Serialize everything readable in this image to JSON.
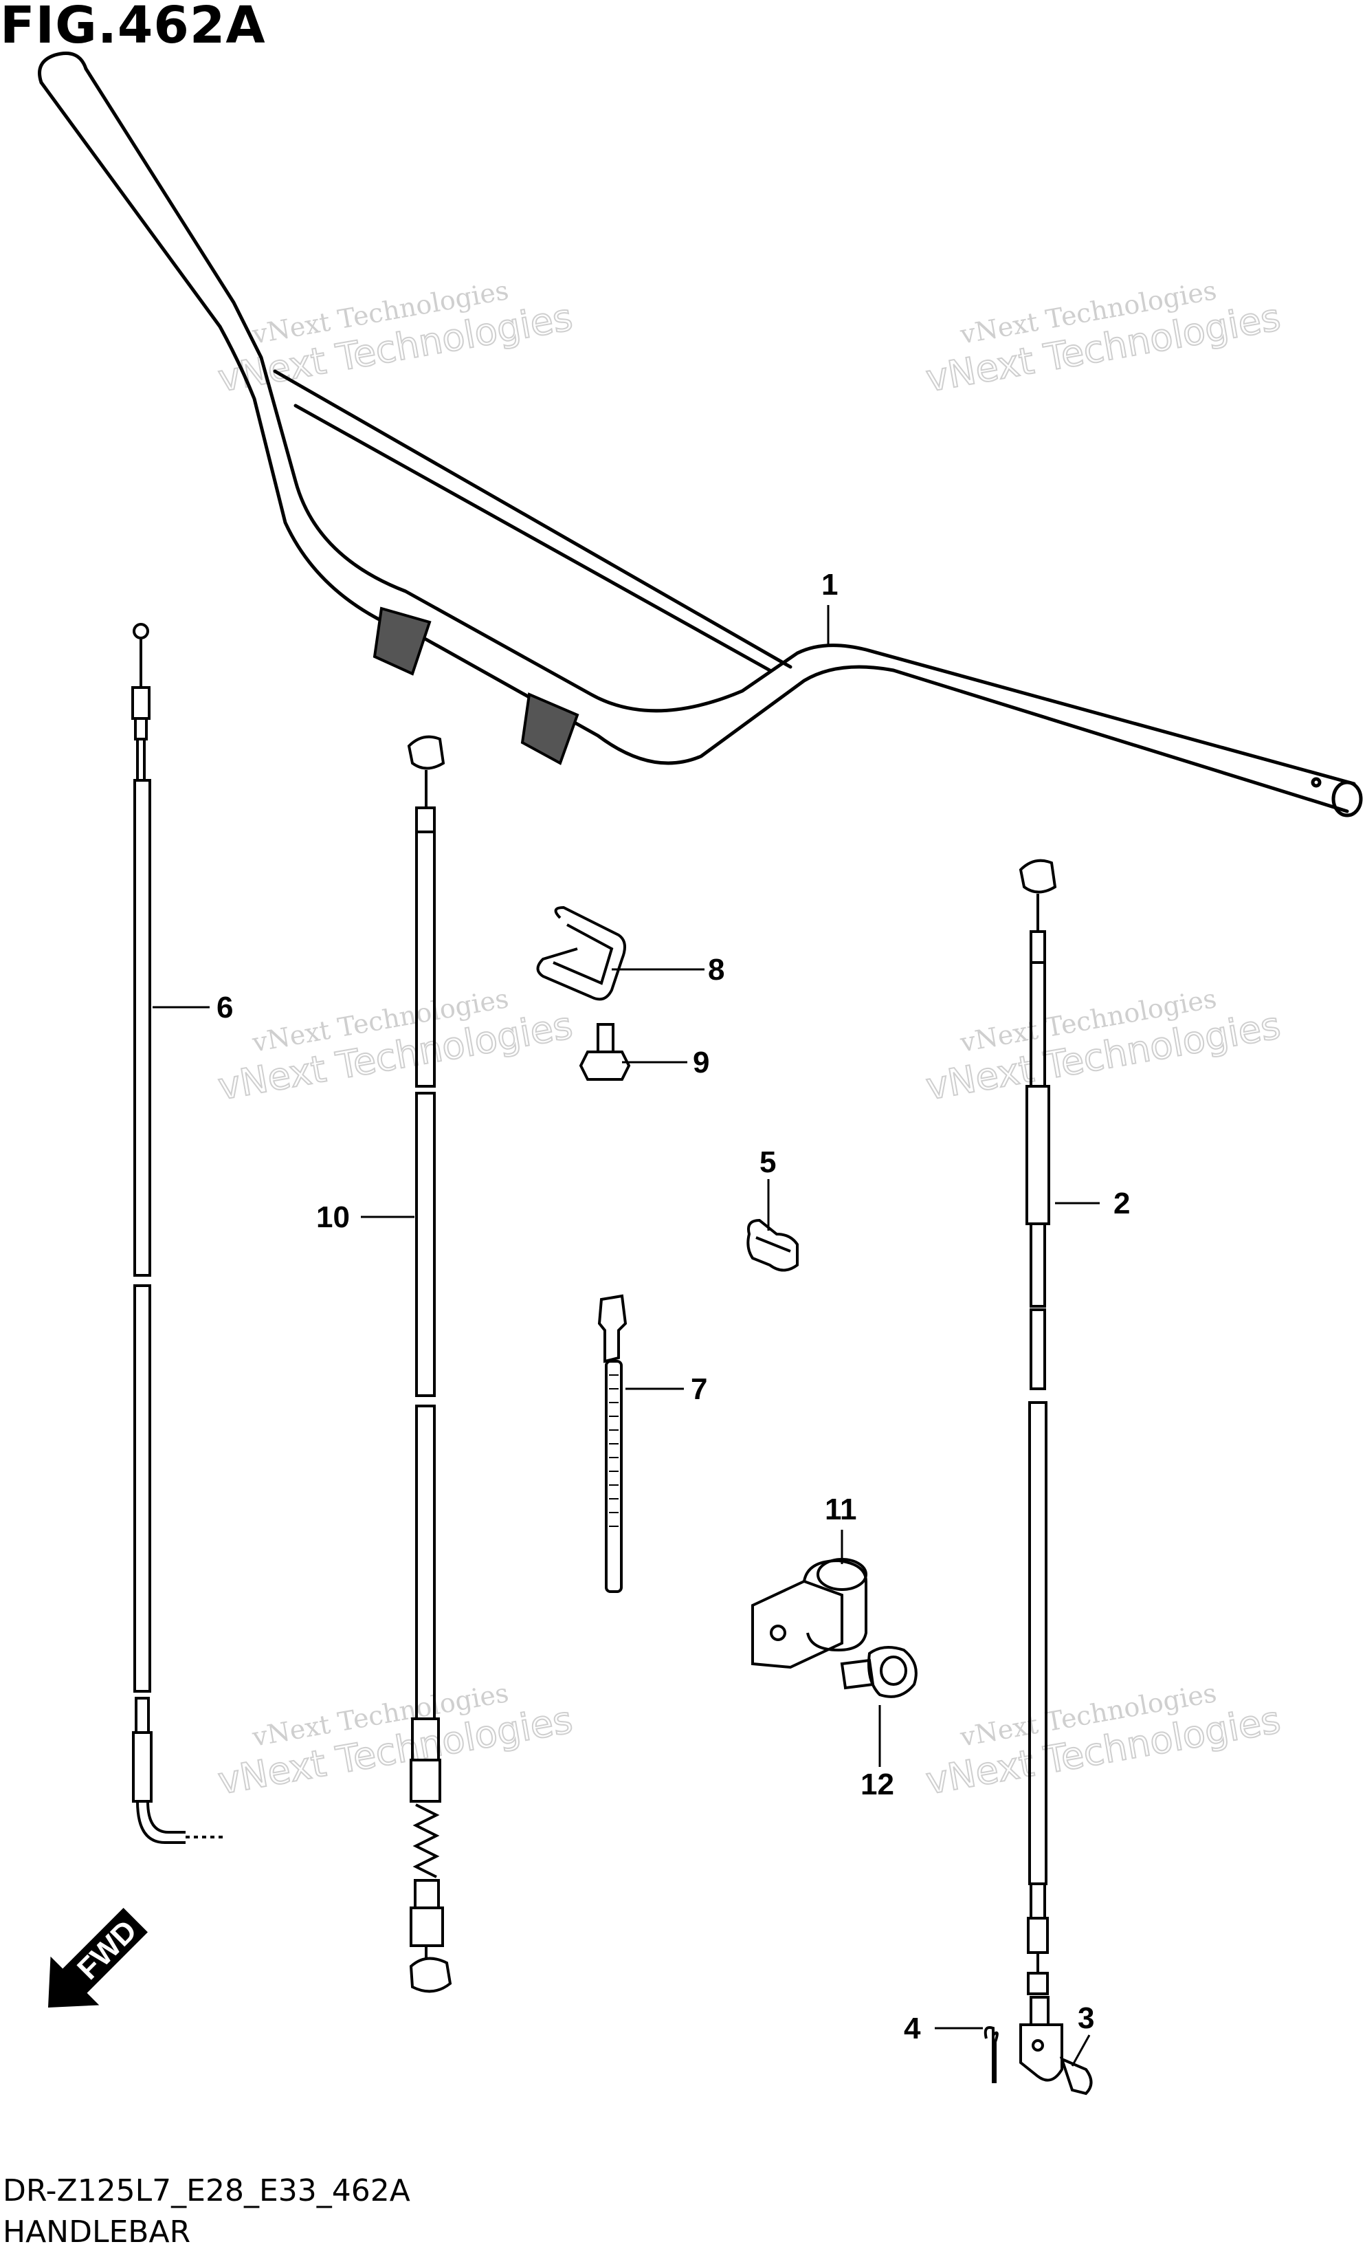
{
  "figure": {
    "title": "FIG.462A",
    "model_code": "DR-Z125L7_E28_E33_462A",
    "section_name": "HANDLEBAR"
  },
  "watermark": {
    "line1": "vNext Technologies",
    "line2": "vNext Technologies"
  },
  "direction_arrow": {
    "label": "FWD",
    "icon": "forward-arrow-icon"
  },
  "callouts": {
    "c1": "1",
    "c2": "2",
    "c3": "3",
    "c4": "4",
    "c5": "5",
    "c6": "6",
    "c7": "7",
    "c8": "8",
    "c9": "9",
    "c10": "10",
    "c11": "11",
    "c12": "12"
  },
  "colors": {
    "line": "#000000",
    "watermark": "#cfcfcf",
    "background": "#ffffff"
  }
}
